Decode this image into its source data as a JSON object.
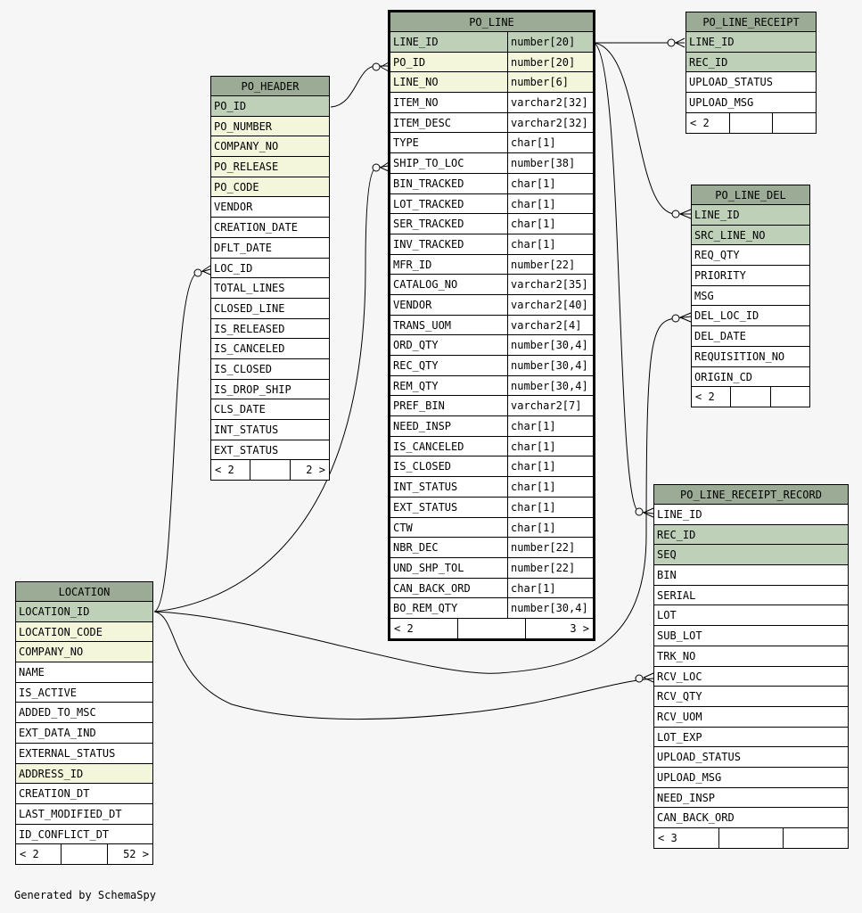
{
  "tables": {
    "po_line": {
      "title": "PO_LINE",
      "columns": [
        {
          "name": "LINE_ID",
          "type": "number[20]",
          "kind": "pk"
        },
        {
          "name": "PO_ID",
          "type": "number[20]",
          "kind": "fk"
        },
        {
          "name": "LINE_NO",
          "type": "number[6]",
          "kind": "fk"
        },
        {
          "name": "ITEM_NO",
          "type": "varchar2[32]",
          "kind": ""
        },
        {
          "name": "ITEM_DESC",
          "type": "varchar2[32]",
          "kind": ""
        },
        {
          "name": "TYPE",
          "type": "char[1]",
          "kind": ""
        },
        {
          "name": "SHIP_TO_LOC",
          "type": "number[38]",
          "kind": ""
        },
        {
          "name": "BIN_TRACKED",
          "type": "char[1]",
          "kind": ""
        },
        {
          "name": "LOT_TRACKED",
          "type": "char[1]",
          "kind": ""
        },
        {
          "name": "SER_TRACKED",
          "type": "char[1]",
          "kind": ""
        },
        {
          "name": "INV_TRACKED",
          "type": "char[1]",
          "kind": ""
        },
        {
          "name": "MFR_ID",
          "type": "number[22]",
          "kind": ""
        },
        {
          "name": "CATALOG_NO",
          "type": "varchar2[35]",
          "kind": ""
        },
        {
          "name": "VENDOR",
          "type": "varchar2[40]",
          "kind": ""
        },
        {
          "name": "TRANS_UOM",
          "type": "varchar2[4]",
          "kind": ""
        },
        {
          "name": "ORD_QTY",
          "type": "number[30,4]",
          "kind": ""
        },
        {
          "name": "REC_QTY",
          "type": "number[30,4]",
          "kind": ""
        },
        {
          "name": "REM_QTY",
          "type": "number[30,4]",
          "kind": ""
        },
        {
          "name": "PREF_BIN",
          "type": "varchar2[7]",
          "kind": ""
        },
        {
          "name": "NEED_INSP",
          "type": "char[1]",
          "kind": ""
        },
        {
          "name": "IS_CANCELED",
          "type": "char[1]",
          "kind": ""
        },
        {
          "name": "IS_CLOSED",
          "type": "char[1]",
          "kind": ""
        },
        {
          "name": "INT_STATUS",
          "type": "char[1]",
          "kind": ""
        },
        {
          "name": "EXT_STATUS",
          "type": "char[1]",
          "kind": ""
        },
        {
          "name": "CTW",
          "type": "char[1]",
          "kind": ""
        },
        {
          "name": "NBR_DEC",
          "type": "number[22]",
          "kind": ""
        },
        {
          "name": "UND_SHP_TOL",
          "type": "number[22]",
          "kind": ""
        },
        {
          "name": "CAN_BACK_ORD",
          "type": "char[1]",
          "kind": ""
        },
        {
          "name": "BO_REM_QTY",
          "type": "number[30,4]",
          "kind": ""
        }
      ],
      "footer": [
        "< 2",
        "",
        "3 >"
      ]
    },
    "po_header": {
      "title": "PO_HEADER",
      "columns": [
        {
          "name": "PO_ID",
          "kind": "pk"
        },
        {
          "name": "PO_NUMBER",
          "kind": "fk"
        },
        {
          "name": "COMPANY_NO",
          "kind": "fk"
        },
        {
          "name": "PO_RELEASE",
          "kind": "fk"
        },
        {
          "name": "PO_CODE",
          "kind": "fk"
        },
        {
          "name": "VENDOR",
          "kind": ""
        },
        {
          "name": "CREATION_DATE",
          "kind": ""
        },
        {
          "name": "DFLT_DATE",
          "kind": ""
        },
        {
          "name": "LOC_ID",
          "kind": ""
        },
        {
          "name": "TOTAL_LINES",
          "kind": ""
        },
        {
          "name": "CLOSED_LINE",
          "kind": ""
        },
        {
          "name": "IS_RELEASED",
          "kind": ""
        },
        {
          "name": "IS_CANCELED",
          "kind": ""
        },
        {
          "name": "IS_CLOSED",
          "kind": ""
        },
        {
          "name": "IS_DROP_SHIP",
          "kind": ""
        },
        {
          "name": "CLS_DATE",
          "kind": ""
        },
        {
          "name": "INT_STATUS",
          "kind": ""
        },
        {
          "name": "EXT_STATUS",
          "kind": ""
        }
      ],
      "footer": [
        "< 2",
        "",
        "2 >"
      ]
    },
    "po_line_receipt": {
      "title": "PO_LINE_RECEIPT",
      "columns": [
        {
          "name": "LINE_ID",
          "kind": "pk"
        },
        {
          "name": "REC_ID",
          "kind": "pk"
        },
        {
          "name": "UPLOAD_STATUS",
          "kind": ""
        },
        {
          "name": "UPLOAD_MSG",
          "kind": ""
        }
      ],
      "footer": [
        "< 2",
        "",
        ""
      ]
    },
    "po_line_del": {
      "title": "PO_LINE_DEL",
      "columns": [
        {
          "name": "LINE_ID",
          "kind": "pk"
        },
        {
          "name": "SRC_LINE_NO",
          "kind": "pk"
        },
        {
          "name": "REQ_QTY",
          "kind": ""
        },
        {
          "name": "PRIORITY",
          "kind": ""
        },
        {
          "name": "MSG",
          "kind": ""
        },
        {
          "name": "DEL_LOC_ID",
          "kind": ""
        },
        {
          "name": "DEL_DATE",
          "kind": ""
        },
        {
          "name": "REQUISITION_NO",
          "kind": ""
        },
        {
          "name": "ORIGIN_CD",
          "kind": ""
        }
      ],
      "footer": [
        "< 2",
        "",
        ""
      ]
    },
    "po_line_receipt_record": {
      "title": "PO_LINE_RECEIPT_RECORD",
      "columns": [
        {
          "name": "LINE_ID",
          "kind": ""
        },
        {
          "name": "REC_ID",
          "kind": "pk"
        },
        {
          "name": "SEQ",
          "kind": "pk"
        },
        {
          "name": "BIN",
          "kind": ""
        },
        {
          "name": "SERIAL",
          "kind": ""
        },
        {
          "name": "LOT",
          "kind": ""
        },
        {
          "name": "SUB_LOT",
          "kind": ""
        },
        {
          "name": "TRK_NO",
          "kind": ""
        },
        {
          "name": "RCV_LOC",
          "kind": ""
        },
        {
          "name": "RCV_QTY",
          "kind": ""
        },
        {
          "name": "RCV_UOM",
          "kind": ""
        },
        {
          "name": "LOT_EXP",
          "kind": ""
        },
        {
          "name": "UPLOAD_STATUS",
          "kind": ""
        },
        {
          "name": "UPLOAD_MSG",
          "kind": ""
        },
        {
          "name": "NEED_INSP",
          "kind": ""
        },
        {
          "name": "CAN_BACK_ORD",
          "kind": ""
        }
      ],
      "footer": [
        "< 3",
        "",
        ""
      ]
    },
    "location": {
      "title": "LOCATION",
      "columns": [
        {
          "name": "LOCATION_ID",
          "kind": "pk"
        },
        {
          "name": "LOCATION_CODE",
          "kind": "fk"
        },
        {
          "name": "COMPANY_NO",
          "kind": "fk"
        },
        {
          "name": "NAME",
          "kind": ""
        },
        {
          "name": "IS_ACTIVE",
          "kind": ""
        },
        {
          "name": "ADDED_TO_MSC",
          "kind": ""
        },
        {
          "name": "EXT_DATA_IND",
          "kind": ""
        },
        {
          "name": "EXTERNAL_STATUS",
          "kind": ""
        },
        {
          "name": "ADDRESS_ID",
          "kind": "fk"
        },
        {
          "name": "CREATION_DT",
          "kind": ""
        },
        {
          "name": "LAST_MODIFIED_DT",
          "kind": ""
        },
        {
          "name": "ID_CONFLICT_DT",
          "kind": ""
        }
      ],
      "footer": [
        "< 2",
        "",
        "52 >"
      ]
    }
  },
  "footer_note": "Generated by SchemaSpy",
  "colors": {
    "header": "#9cab95",
    "primary_key": "#bfd0b9",
    "foreign_key": "#f4f6dc",
    "background": "#f6f6f6"
  }
}
